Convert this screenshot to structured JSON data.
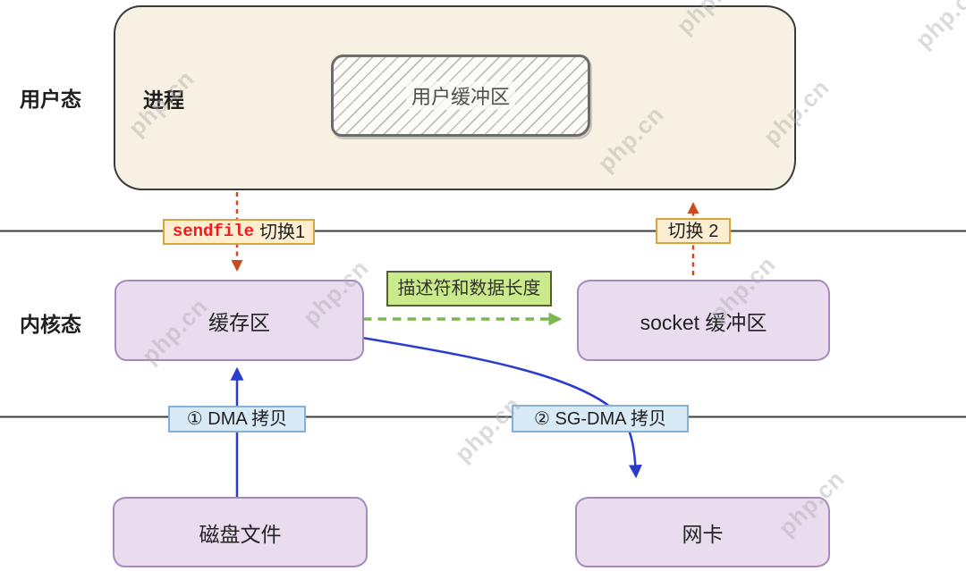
{
  "diagram": {
    "modes": {
      "user": "用户态",
      "kernel": "内核态"
    },
    "process": {
      "label": "进程",
      "user_buffer": "用户缓冲区"
    },
    "kernel_boxes": {
      "page_cache": "缓存区",
      "socket_buffer": "socket 缓冲区"
    },
    "hardware_boxes": {
      "disk_file": "磁盘文件",
      "nic": "网卡"
    },
    "transition_labels": {
      "sendfile": "sendfile",
      "switch1": "切换1",
      "switch2": "切换 2"
    },
    "copy_labels": {
      "dma": "① DMA 拷贝",
      "sg_dma": "② SG-DMA 拷贝"
    },
    "descriptor_label": "描述符和数据长度",
    "watermark": "php.cn"
  },
  "colors": {
    "creamFill": "#f6f1e2",
    "inkBorder": "#3a3a3a",
    "purpleFill": "#e8dcee",
    "purpleBorder": "#a58bbd",
    "hatchBorder": "#6b6b6b",
    "textDark": "#1f1f1f",
    "textGray": "#4f4f4f",
    "orangeFill": "#fdeed2",
    "orangeBorder": "#d9a43c",
    "redText": "#ee1c1c",
    "redArrow": "#cc4a20",
    "greenFill": "#cbea8c",
    "greenBorder": "#55603a",
    "greenArrow": "#7cb850",
    "blueFill": "#d9eaf7",
    "blueBorder": "#85b1d8",
    "blueArrow": "#2a3ccd",
    "lineColor": "#3b3b3b",
    "watermark": "rgba(170,170,170,0.42)"
  }
}
